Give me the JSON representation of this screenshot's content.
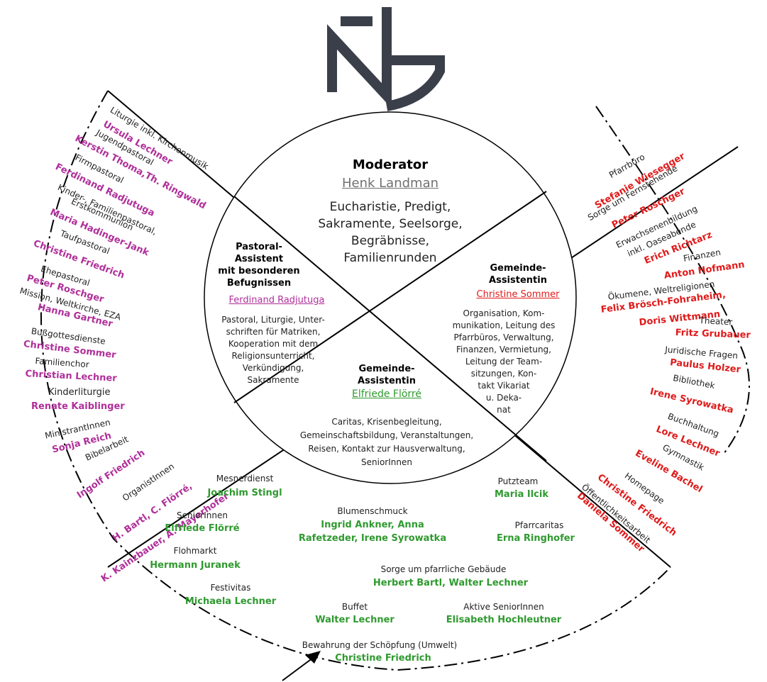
{
  "center": {
    "moderator_title": "Moderator",
    "moderator_name": "Henk Landman",
    "moderator_tasks": [
      "Eucharistie, Predigt,",
      "Sakramente, Seelsorge,",
      "Begräbnisse,",
      "Familienrunden"
    ]
  },
  "left_quadrant": {
    "title": [
      "Pastoral-",
      "Assistent",
      "mit besonderen",
      "Befugnissen"
    ],
    "name": "Ferdinand Radjutuga",
    "tasks": [
      "Pastoral, Liturgie, Unter-",
      "schriften für Matriken,",
      "Kooperation mit dem",
      "Religionsunterricht,",
      "Verkündigung,",
      "Sakramente"
    ]
  },
  "right_quadrant": {
    "title": [
      "Gemeinde-",
      "Assistentin"
    ],
    "name": "Christine Sommer",
    "tasks": [
      "Organisation, Kom-",
      "munikation, Leitung des",
      "Pfarrbüros, Verwaltung,",
      "Finanzen, Vermietung,",
      "Leitung der Team-",
      "sitzungen, Kon-",
      "takt Vikariat",
      "u. Deka-",
      "nat"
    ]
  },
  "bottom_quadrant": {
    "title": [
      "Gemeinde-",
      "Assistentin"
    ],
    "name": "Elfriede Flörré",
    "tasks": [
      "Caritas, Krisenbegleitung,",
      "Gemeinschaftsbildung, Veranstaltungen,",
      "Reisen, Kontakt zur Hausverwaltung,",
      "SeniorInnen"
    ]
  },
  "left_sector": [
    {
      "task": "Liturgie inkl. Kirchenmusik",
      "people": "Ursula Lechner"
    },
    {
      "task": "Jugendpastoral",
      "people": "Kerstin Thoma,Th. Ringwald"
    },
    {
      "task": "Firmpastoral",
      "people": "Ferdinand Radjutuga"
    },
    {
      "task": "Kinder-, Familienpastoral,",
      "people": ""
    },
    {
      "task": "Erstkommunion",
      "people": "Maria Hadinger-Jank"
    },
    {
      "task": "Taufpastoral",
      "people": "Christine Friedrich"
    },
    {
      "task": "Ehepastoral",
      "people": "Peter Roschger"
    },
    {
      "task": "Mission, Weltkirche, EZA",
      "people": "Hanna Gartner"
    },
    {
      "task": "Bußgottesdienste",
      "people": "Christine Sommer"
    },
    {
      "task": "Familienchor",
      "people": "Christian Lechner"
    },
    {
      "task": "Kinderliturgie",
      "people": "Renate Kaiblinger"
    },
    {
      "task": "MinistrantInnen",
      "people": "Sonja Reich"
    },
    {
      "task": "Bibelarbeit",
      "people": "Ingolf Friedrich"
    },
    {
      "task": "OrganistInnen",
      "people": "H. Bartl, C. Flörré,"
    },
    {
      "task": "",
      "people": "K. Kainzbauer, A. Mayerhofer"
    }
  ],
  "right_sector": [
    {
      "task": "Pfarrbüro",
      "people": "Stefanie Wiesegger"
    },
    {
      "task": "Sorge um Fernstehende",
      "people": "Peter Roschger"
    },
    {
      "task": "Erwachsenenbildung",
      "people": ""
    },
    {
      "task": "inkl. Oaseabende",
      "people": "Erich Richtarz"
    },
    {
      "task": "Finanzen",
      "people": "Anton Hofmann"
    },
    {
      "task": "Ökumene, Weltreligionen",
      "people": "Felix Brösch-Fohraheim,"
    },
    {
      "task": "",
      "people": "Doris Wittmann"
    },
    {
      "task": "Theater",
      "people": "Fritz Grubauer"
    },
    {
      "task": "Juridische Fragen",
      "people": "Paulus Holzer"
    },
    {
      "task": "Bibliothek",
      "people": "Irene Syrowatka"
    },
    {
      "task": "Buchhaltung",
      "people": "Lore Lechner"
    },
    {
      "task": "Gymnastik",
      "people": "Eveline Bachel"
    },
    {
      "task": "Homepage",
      "people": "Christine Friedrich"
    },
    {
      "task": "Öffentlichkeitsarbeit",
      "people": "Daniela Sommer"
    }
  ],
  "bottom_sector": [
    {
      "task": "Mesnerdienst",
      "people": "Joachim Stingl"
    },
    {
      "task": "SeniorInnen",
      "people": "Elfriede Flörré"
    },
    {
      "task": "Blumenschmuck",
      "people": "Ingrid Ankner, Anna"
    },
    {
      "task": "",
      "people": "Rafetzeder, Irene Syrowatka"
    },
    {
      "task": "Putzteam",
      "people": "Maria Ilcik"
    },
    {
      "task": "Pfarrcaritas",
      "people": "Erna Ringhofer"
    },
    {
      "task": "Flohmarkt",
      "people": "Hermann Juranek"
    },
    {
      "task": "Sorge um pfarrliche Gebäude",
      "people": "Herbert Bartl, Walter Lechner"
    },
    {
      "task": "Festivitas",
      "people": "Michaela Lechner"
    },
    {
      "task": "Buffet",
      "people": "Walter Lechner"
    },
    {
      "task": "Aktive SeniorInnen",
      "people": "Elisabeth Hochleutner"
    },
    {
      "task": "Bewahrung der Schöpfung (Umwelt)",
      "people": "Christine Friedrich"
    }
  ],
  "colors": {
    "magenta": "#b02f9a",
    "red": "#e01a1a",
    "green": "#2f9a2f",
    "gray_name": "#707070",
    "pink_name": "#b02f9a",
    "red_name": "#e01a1a"
  }
}
